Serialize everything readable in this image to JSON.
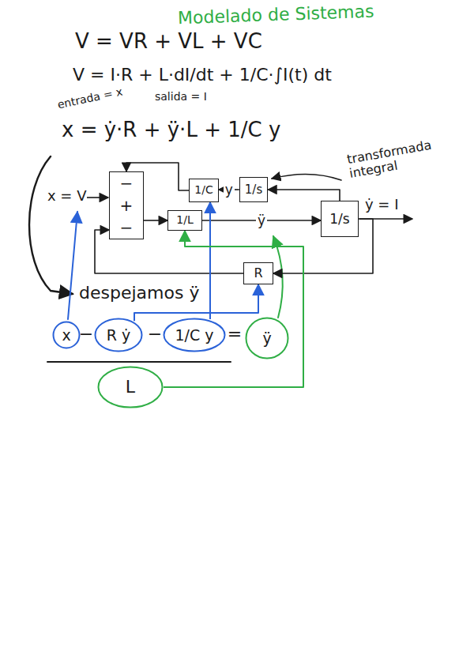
{
  "diagram": {
    "title": "Modelado de Sistemas",
    "nodes": [
      {
        "text": [
          "−",
          "+",
          "−"
        ]
      },
      {
        "text": [
          "1/C"
        ]
      },
      {
        "text": [
          "1/s"
        ]
      },
      {
        "text": [
          "1/L"
        ]
      },
      {
        "text": [
          "1/s"
        ]
      },
      {
        "text": [
          "R"
        ]
      },
      {
        "text": [
          "x"
        ]
      },
      {
        "text": [
          "R ẏ"
        ]
      },
      {
        "text": [
          "1/C y"
        ]
      },
      {
        "text": [
          "ÿ"
        ]
      },
      {
        "text": [
          "L"
        ]
      }
    ],
    "edges": [
      {
        "from": 4,
        "to": 2,
        "arrow": "to"
      },
      {
        "from": 2,
        "to": 1,
        "label": "y",
        "arrow": "to"
      },
      {
        "from": 1,
        "to": 0,
        "arrow": "to"
      },
      {
        "from": 0,
        "to": 3,
        "arrow": "to"
      },
      {
        "from": 3,
        "to": 4,
        "label": "ÿ",
        "arrow": "to"
      },
      {
        "from": 4,
        "to": 5,
        "arrow": "to"
      },
      {
        "from": 5,
        "to": 0,
        "arrow": "to"
      },
      {
        "from": 7,
        "to": 5,
        "arrow": "to"
      },
      {
        "from": 8,
        "to": 1,
        "arrow": "to"
      },
      {
        "from": 10,
        "to": 3,
        "arrow": "to"
      }
    ],
    "labels": [
      "V = VR + VL + VC",
      "V = I·R + L·dI/dt + 1/C·∫I(t) dt",
      "entrada = x",
      "salida = I",
      "x = ẏ·R + ÿ·L + 1/C y",
      "x = V",
      "ẏ = I",
      "transformada integral",
      "despejamos ÿ",
      "−",
      "−",
      "="
    ]
  }
}
